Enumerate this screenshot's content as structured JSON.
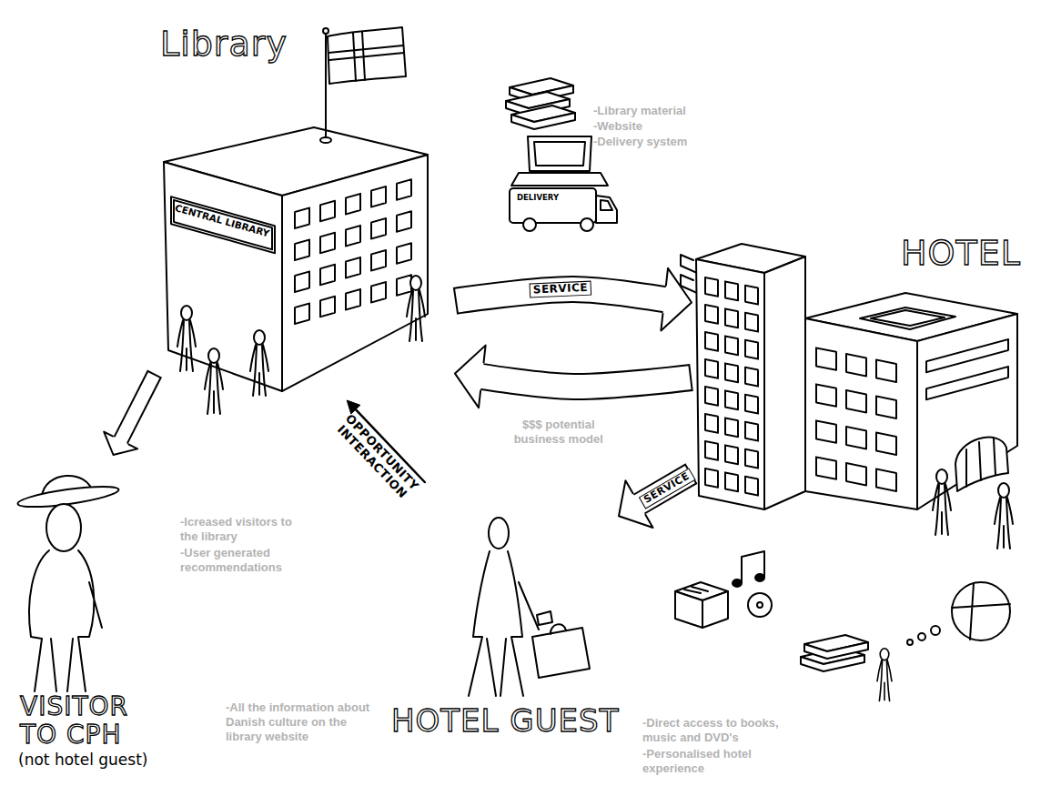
{
  "diagram": {
    "nodes": [
      {
        "text": [
          "Library",
          "CENTRAL LIBRARY"
        ]
      },
      {
        "text": [
          "HOTEL"
        ]
      },
      {
        "text": [
          "VISITOR TO CPH",
          "(not hotel guest)"
        ]
      },
      {
        "text": [
          "HOTEL GUEST"
        ]
      }
    ],
    "edges": [
      {
        "from": 0,
        "to": 1,
        "arrow": "to",
        "label": "SERVICE"
      },
      {
        "from": 1,
        "to": 0,
        "arrow": "to",
        "label": "$$$ potential business model"
      },
      {
        "from": 3,
        "to": 0,
        "arrow": "to",
        "label": "OPPORTUNITY INTERACTION"
      },
      {
        "from": 0,
        "to": 2,
        "arrow": "to"
      },
      {
        "from": 1,
        "to": 3,
        "arrow": "to",
        "label": "SERVICE"
      }
    ],
    "labels": [
      "-Library material",
      "-Website",
      "-Delivery system",
      "DELIVERY",
      "-Icreased visitors to the library",
      "-User generated recommendations",
      "-All the information about Danish culture on the library website",
      "-Direct access to books, music and DVD's",
      "-Personalised hotel experience"
    ]
  }
}
